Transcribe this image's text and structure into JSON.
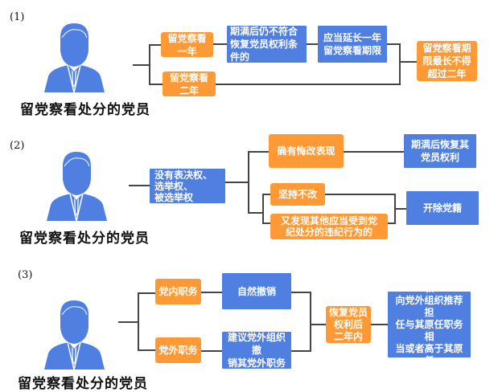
{
  "sections": [
    {
      "number": "(1)",
      "person_label": "留党察看处分的党员",
      "nodes": {
        "one_year": "留党察看\n一年",
        "two_years": "留党察看\n二年",
        "condition": "期满后仍不符合\n恢复党员权利条\n件的",
        "extend": "应当延长一年\n留党察看期限",
        "max": "留党察看期\n限最长不得\n超过二年"
      }
    },
    {
      "number": "(2)",
      "person_label": "留党察看处分的党员",
      "nodes": {
        "no_rights": "没有表决权、\n选举权、\n被选举权",
        "repent": "确有悔改表现",
        "restore": "期满后恢复其\n党员权利",
        "persist": "坚持不改",
        "other_violation": "又发现其他应当受到党\n纪处分的违纪行为的",
        "expel": "开除党籍"
      }
    },
    {
      "number": "(3)",
      "person_label": "留党察看处分的党员",
      "nodes": {
        "inner_post": "党内职务",
        "outer_post": "党外职务",
        "auto_revoke": "自然撤销",
        "suggest_revoke": "建议党外组织撤\n销其党外职务",
        "two_years_after": "恢复党员\n权利后\n二年内",
        "restriction": "不得在党内担任和\n向党外组织推荐担\n任与其原任职务相\n当或者高于其原任\n职务的职务"
      }
    }
  ],
  "colors": {
    "orange": "#fd9a35",
    "blue": "#4f7fe0",
    "person": "#4f7fe0",
    "line": "#444444"
  }
}
